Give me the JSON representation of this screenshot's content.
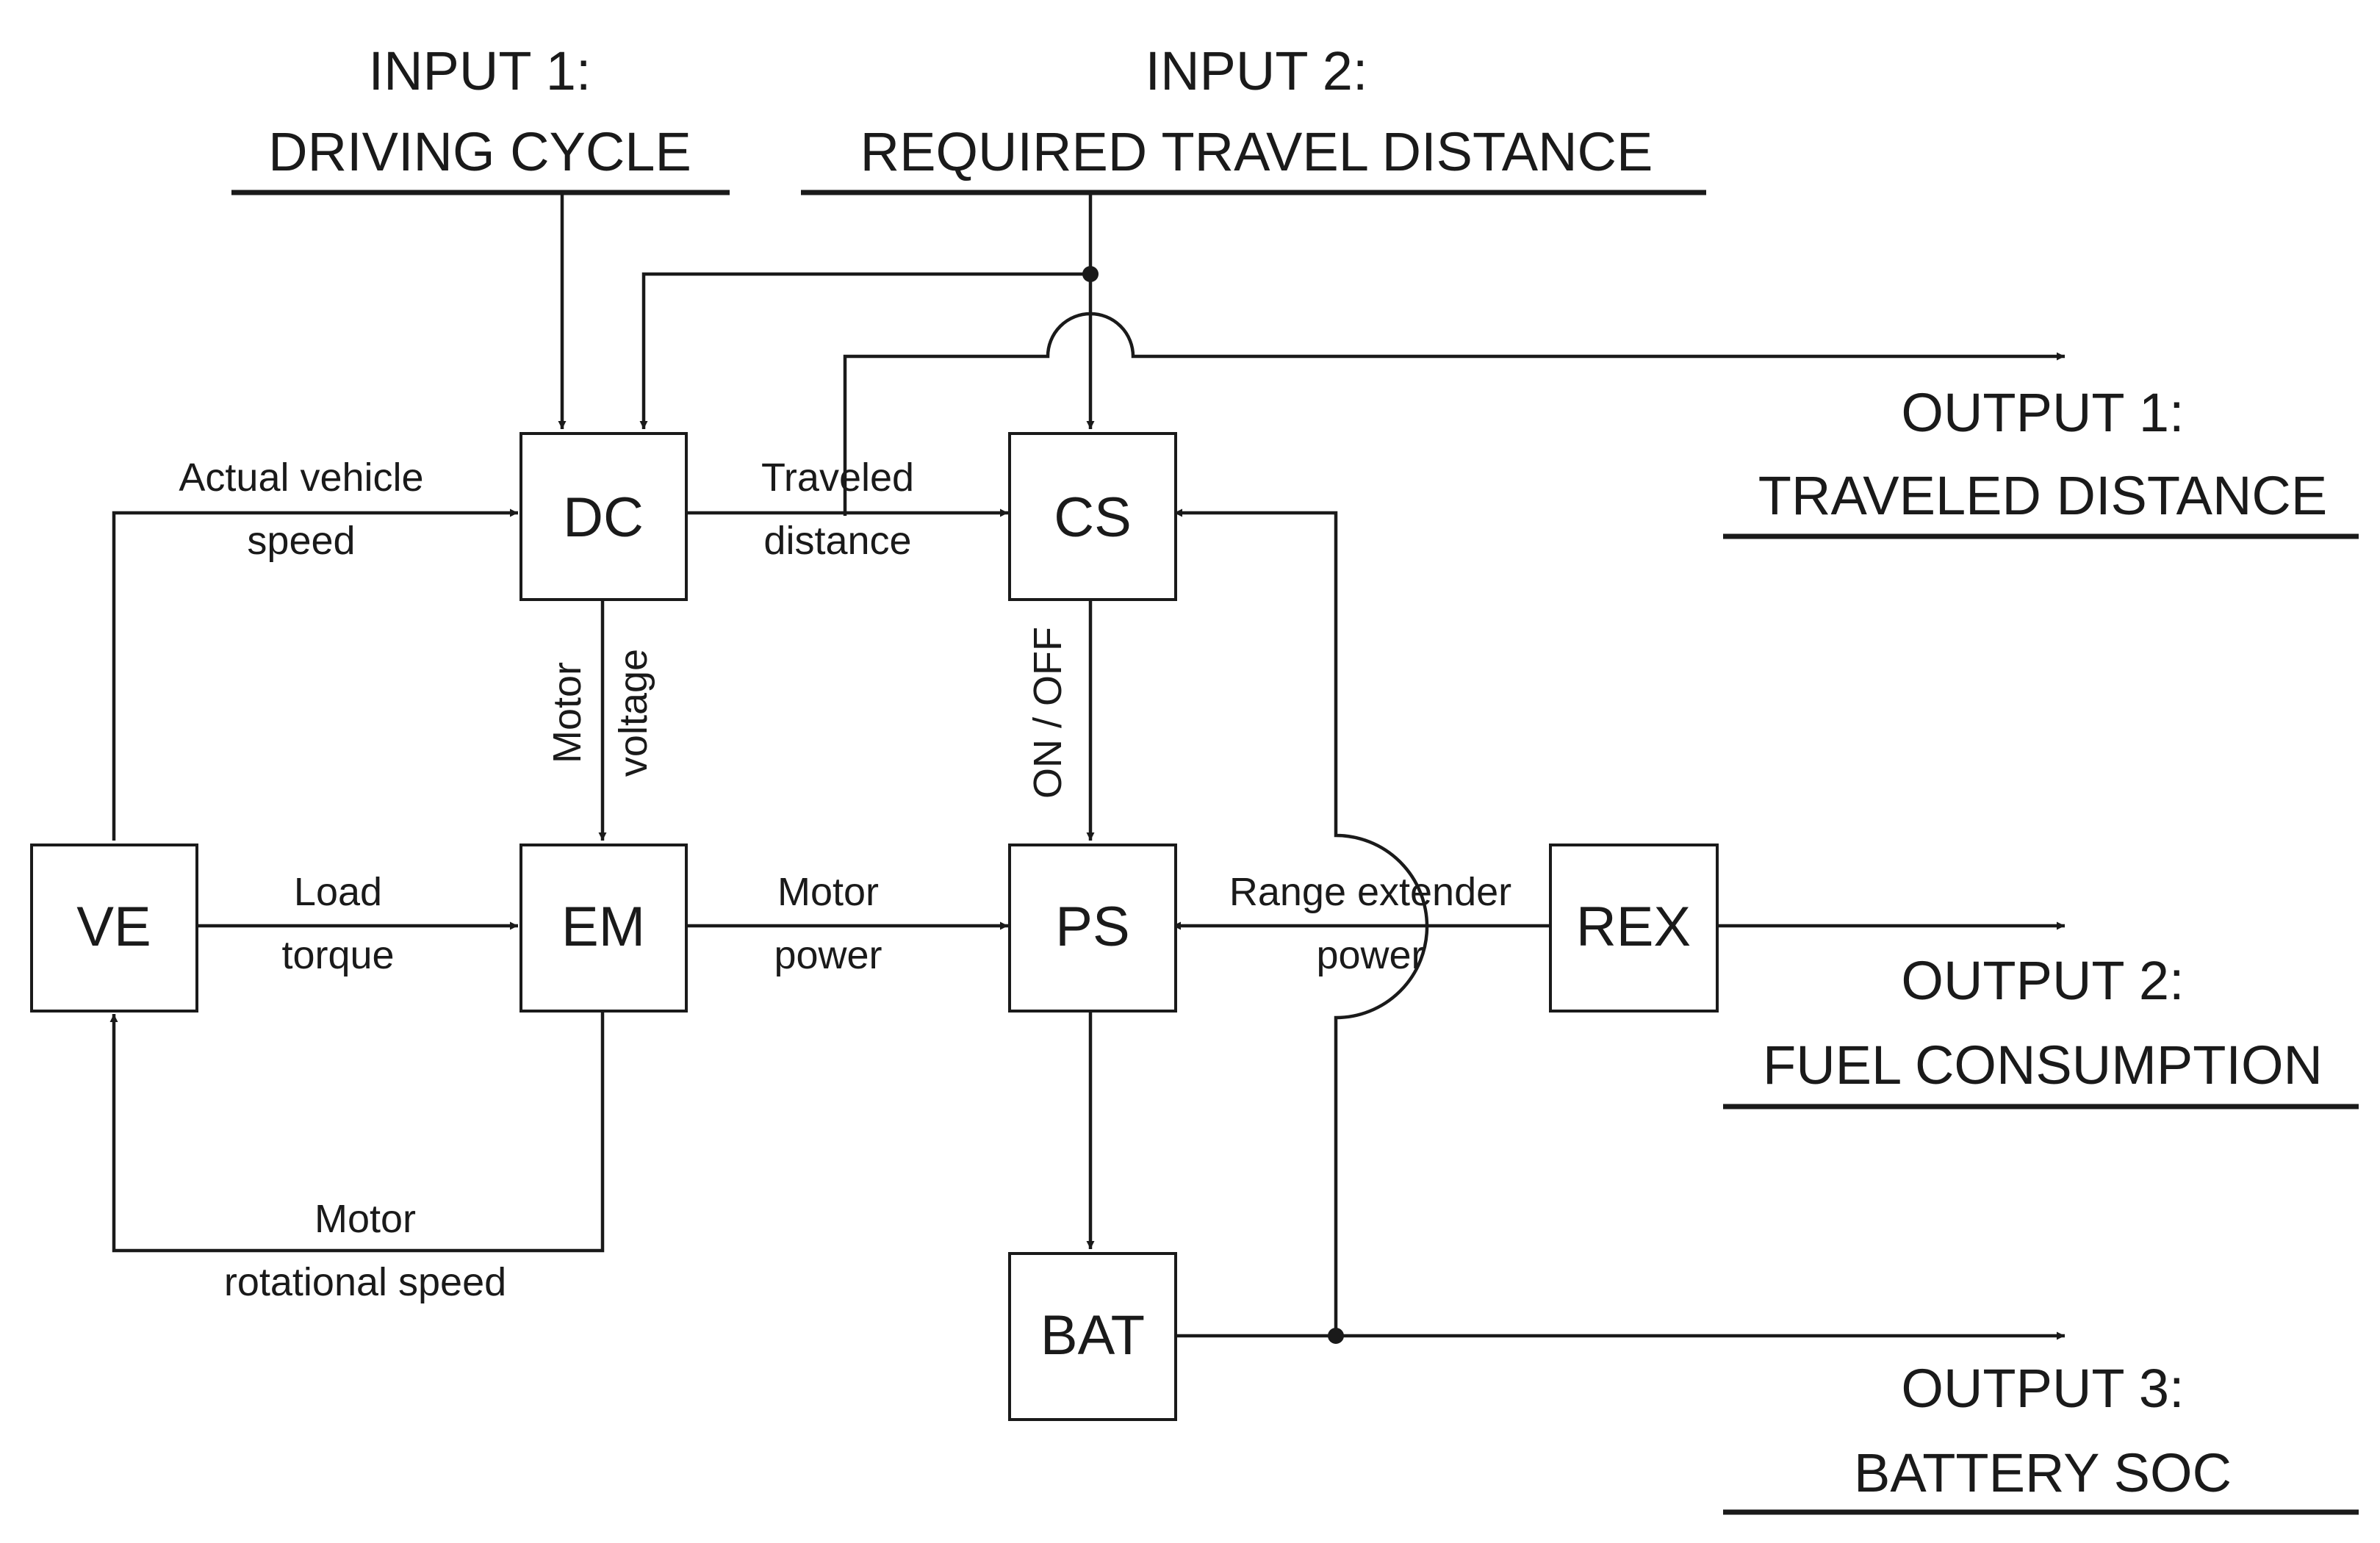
{
  "inputs": [
    {
      "line1": "INPUT 1:",
      "line2": "DRIVING CYCLE"
    },
    {
      "line1": "INPUT 2:",
      "line2": "REQUIRED TRAVEL DISTANCE"
    }
  ],
  "outputs": [
    {
      "line1": "OUTPUT 1:",
      "line2": "TRAVELED DISTANCE"
    },
    {
      "line1": "OUTPUT 2:",
      "line2": "FUEL CONSUMPTION"
    },
    {
      "line1": "OUTPUT 3:",
      "line2": "BATTERY SOC"
    }
  ],
  "blocks": {
    "dc": "DC",
    "cs": "CS",
    "ve": "VE",
    "em": "EM",
    "ps": "PS",
    "rex": "REX",
    "bat": "BAT"
  },
  "signals": {
    "actual_vehicle_speed": [
      "Actual vehicle",
      "speed"
    ],
    "traveled_distance": [
      "Traveled",
      "distance"
    ],
    "motor_voltage": [
      "Motor",
      "voltage"
    ],
    "on_off": "ON / OFF",
    "load_torque": [
      "Load",
      "torque"
    ],
    "motor_power": [
      "Motor",
      "power"
    ],
    "range_extender_power": [
      "Range extender",
      "power"
    ],
    "motor_rotational_speed": [
      "Motor",
      "rotational speed"
    ]
  }
}
